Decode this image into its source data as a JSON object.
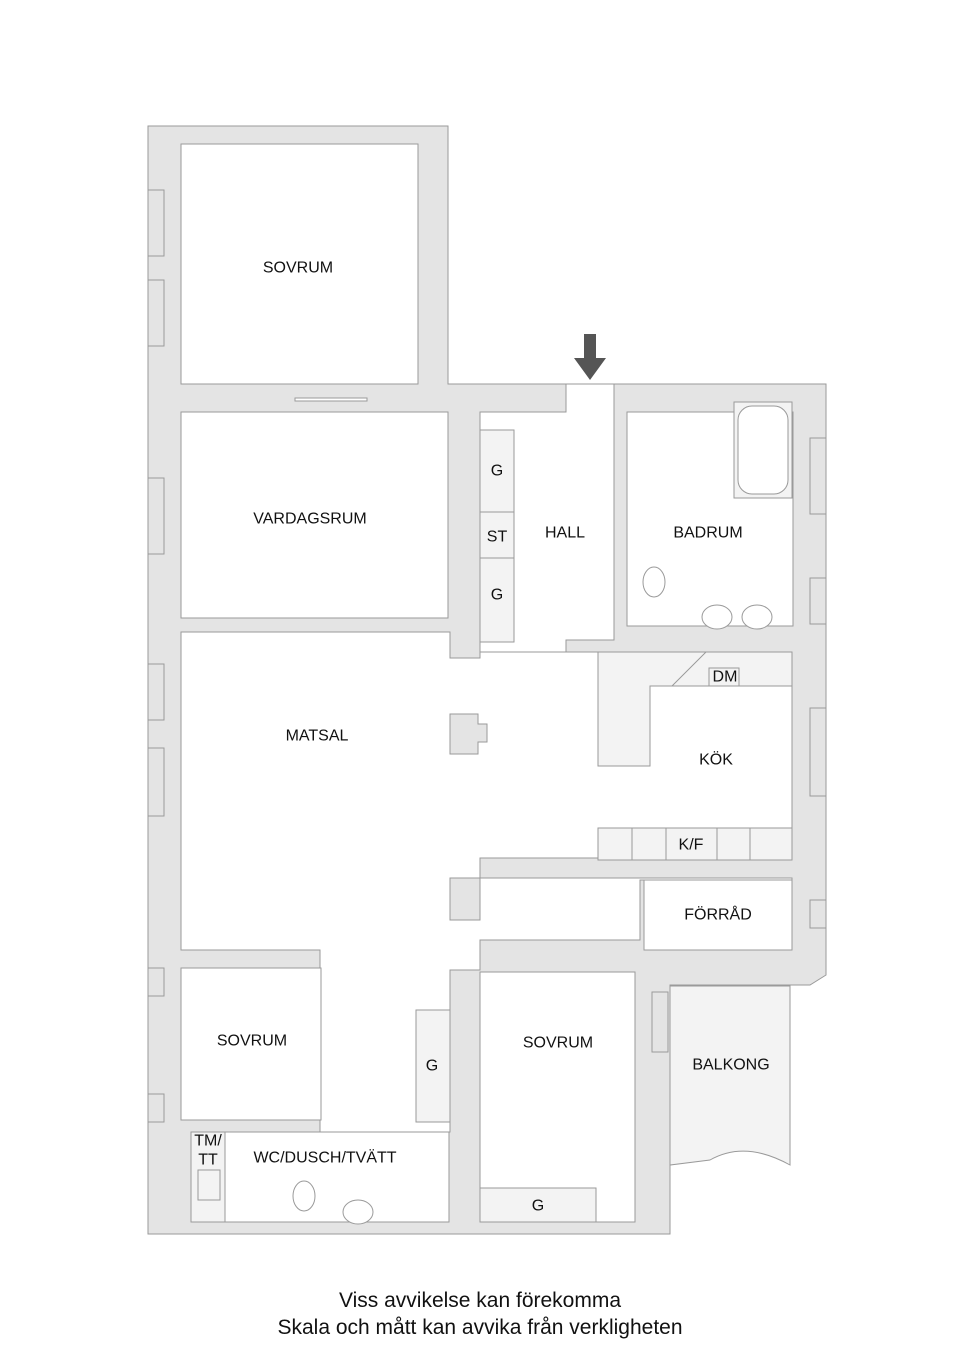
{
  "floorplan": {
    "rooms": {
      "sovrum_top": "SOVRUM",
      "vardagsrum": "VARDAGSRUM",
      "hall": "HALL",
      "badrum": "BADRUM",
      "matsal": "MATSAL",
      "kok": "KÖK",
      "forrad": "FÖRRÅD",
      "sovrum_left": "SOVRUM",
      "sovrum_right": "SOVRUM",
      "balkong": "BALKONG",
      "wc": "WC/DUSCH/TVÄTT"
    },
    "fixtures": {
      "g1": "G",
      "st": "ST",
      "g2": "G",
      "dm": "DM",
      "kf": "K/F",
      "g3": "G",
      "g4": "G",
      "tm": "TM/",
      "tt": "TT"
    },
    "entrance_icon": "arrow-down"
  },
  "footer": {
    "line1": "Viss avvikelse kan förekomma",
    "line2": "Skala och mått kan avvika från verkligheten"
  },
  "colors": {
    "wall": "#e4e4e4",
    "outline": "#9a9a9a",
    "arrow": "#555555"
  }
}
